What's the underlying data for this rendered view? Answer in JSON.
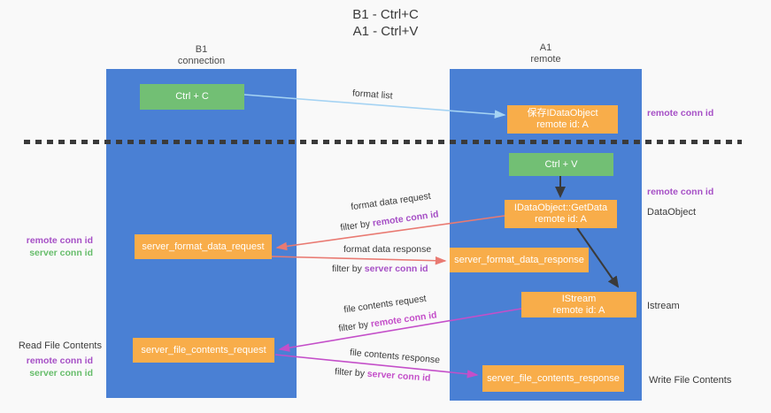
{
  "title": {
    "line1": "B1 - Ctrl+C",
    "line2": "A1 - Ctrl+V"
  },
  "columns": {
    "left": {
      "name": "B1",
      "subtitle": "connection"
    },
    "right": {
      "name": "A1",
      "subtitle": "remote"
    }
  },
  "nodes": {
    "ctrl_c": "Ctrl + C",
    "ctrl_v": "Ctrl + V",
    "save_idataobject_line1": "保存IDataObject",
    "save_idataobject_line2": "remote id: A",
    "getdata_line1": "IDataObject::GetData",
    "getdata_line2": "remote id: A",
    "istream_line1": "IStream",
    "istream_line2": "remote id: A",
    "server_format_data_request": "server_format_data_request",
    "server_format_data_response": "server_format_data_response",
    "server_file_contents_request": "server_file_contents_request",
    "server_file_contents_response": "server_file_contents_response"
  },
  "flow_labels": {
    "format_list": "format list",
    "format_data_request": "format data request",
    "format_data_response": "format data response",
    "file_contents_request": "file contents request",
    "file_contents_response": "file contents response",
    "filter_by": "filter by",
    "remote_conn_id": "remote conn id",
    "server_conn_id": "server conn id"
  },
  "side_labels": {
    "remote_conn_id_top": "remote conn id",
    "remote_conn_id_mid": "remote conn id",
    "dataobject": "DataObject",
    "istream": "Istream",
    "write_file_contents": "Write File Contents",
    "read_file_contents": "Read File Contents",
    "left_remote_conn_id_1": "remote conn id",
    "left_server_conn_id_1": "server conn id",
    "left_remote_conn_id_2": "remote conn id",
    "left_server_conn_id_2": "server conn id"
  },
  "colors": {
    "bg": "#f9f9f9",
    "blue": "#4a80d4",
    "orange": "#f8ad4a",
    "green": "#72bf74",
    "arrowblue": "#a5d3f3",
    "arrowred": "#e97a72",
    "magenta": "#c44fc9",
    "purple": "#a650c6",
    "greentext": "#67bd6b",
    "ink": "#3a3a3a"
  }
}
